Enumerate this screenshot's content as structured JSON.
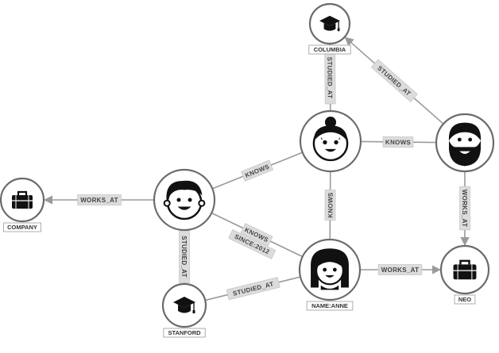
{
  "nodes": [
    {
      "id": "columbia",
      "icon": "graduation-cap-icon",
      "label": "COLUMBIA"
    },
    {
      "id": "woman-center",
      "icon": "woman-face-icon",
      "label": ""
    },
    {
      "id": "bearded-man",
      "icon": "bearded-man-icon",
      "label": ""
    },
    {
      "id": "man-left",
      "icon": "man-face-icon",
      "label": ""
    },
    {
      "id": "company",
      "icon": "briefcase-icon",
      "label": "COMPANY"
    },
    {
      "id": "anne",
      "icon": "woman-long-hair-icon",
      "label": "NAME:ANNE"
    },
    {
      "id": "neo",
      "icon": "briefcase-icon",
      "label": "NEO"
    },
    {
      "id": "stanford",
      "icon": "graduation-cap-icon",
      "label": "STANFORD"
    }
  ],
  "edges": [
    {
      "id": "e-woman-columbia",
      "label": "STUDIED_AT",
      "sublabel": ""
    },
    {
      "id": "e-beard-columbia",
      "label": "STUDIED_AT",
      "sublabel": ""
    },
    {
      "id": "e-woman-beard",
      "label": "KNOWS",
      "sublabel": ""
    },
    {
      "id": "e-man-woman",
      "label": "KNOWS",
      "sublabel": ""
    },
    {
      "id": "e-woman-anne",
      "label": "KNOWS",
      "sublabel": ""
    },
    {
      "id": "e-beard-neo",
      "label": "WORKS_AT",
      "sublabel": ""
    },
    {
      "id": "e-man-company",
      "label": "WORKS_AT",
      "sublabel": ""
    },
    {
      "id": "e-man-anne",
      "label": "KNOWS",
      "sublabel": "SINCE:2012"
    },
    {
      "id": "e-man-stanford",
      "label": "STUDIED_AT",
      "sublabel": ""
    },
    {
      "id": "e-anne-neo",
      "label": "WORKS_AT",
      "sublabel": ""
    },
    {
      "id": "e-anne-stanford",
      "label": "STUDIED_AT",
      "sublabel": ""
    }
  ],
  "colors": {
    "edge": "#9a9a9a",
    "node_border": "#6b6b6b",
    "icon": "#111111",
    "label_bg": "#dcdcdc"
  }
}
